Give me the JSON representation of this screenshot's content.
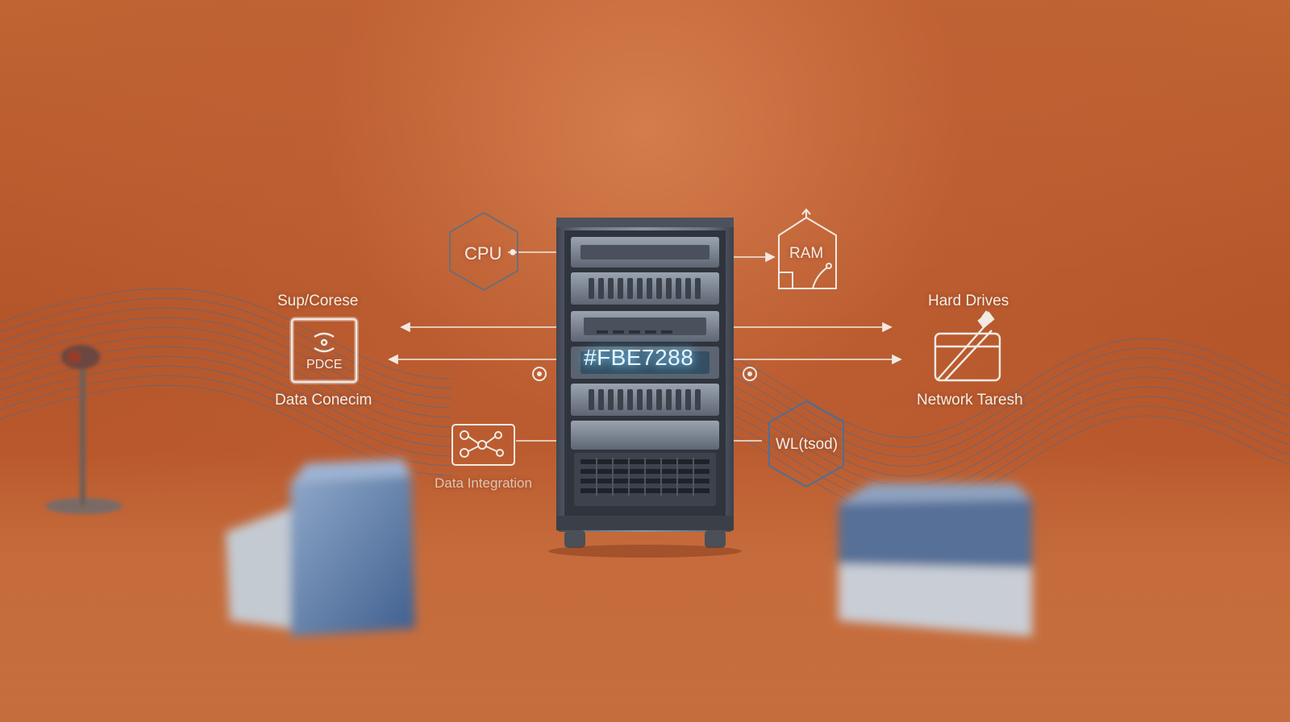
{
  "labels": {
    "cpu": "CPU",
    "ram": "RAM",
    "sup_corese": "Sup/Corese",
    "pdce": "PDCE",
    "data_conecim": "Data Conecim",
    "hard_drives": "Hard Drives",
    "network_taresh": "Network Taresh",
    "data_integration": "Data Integration",
    "wl_tsod": "WL(tsod)",
    "server_code": "#FBE7288"
  },
  "colors": {
    "background": "#b9572a",
    "line": "#f2ebe4",
    "mesh": "#4a6a90",
    "glow": "#7fd4ff"
  },
  "icons": [
    "hexagon-icon",
    "house-icon",
    "chip-icon",
    "drive-icon",
    "network-diagram-icon",
    "lamp"
  ]
}
